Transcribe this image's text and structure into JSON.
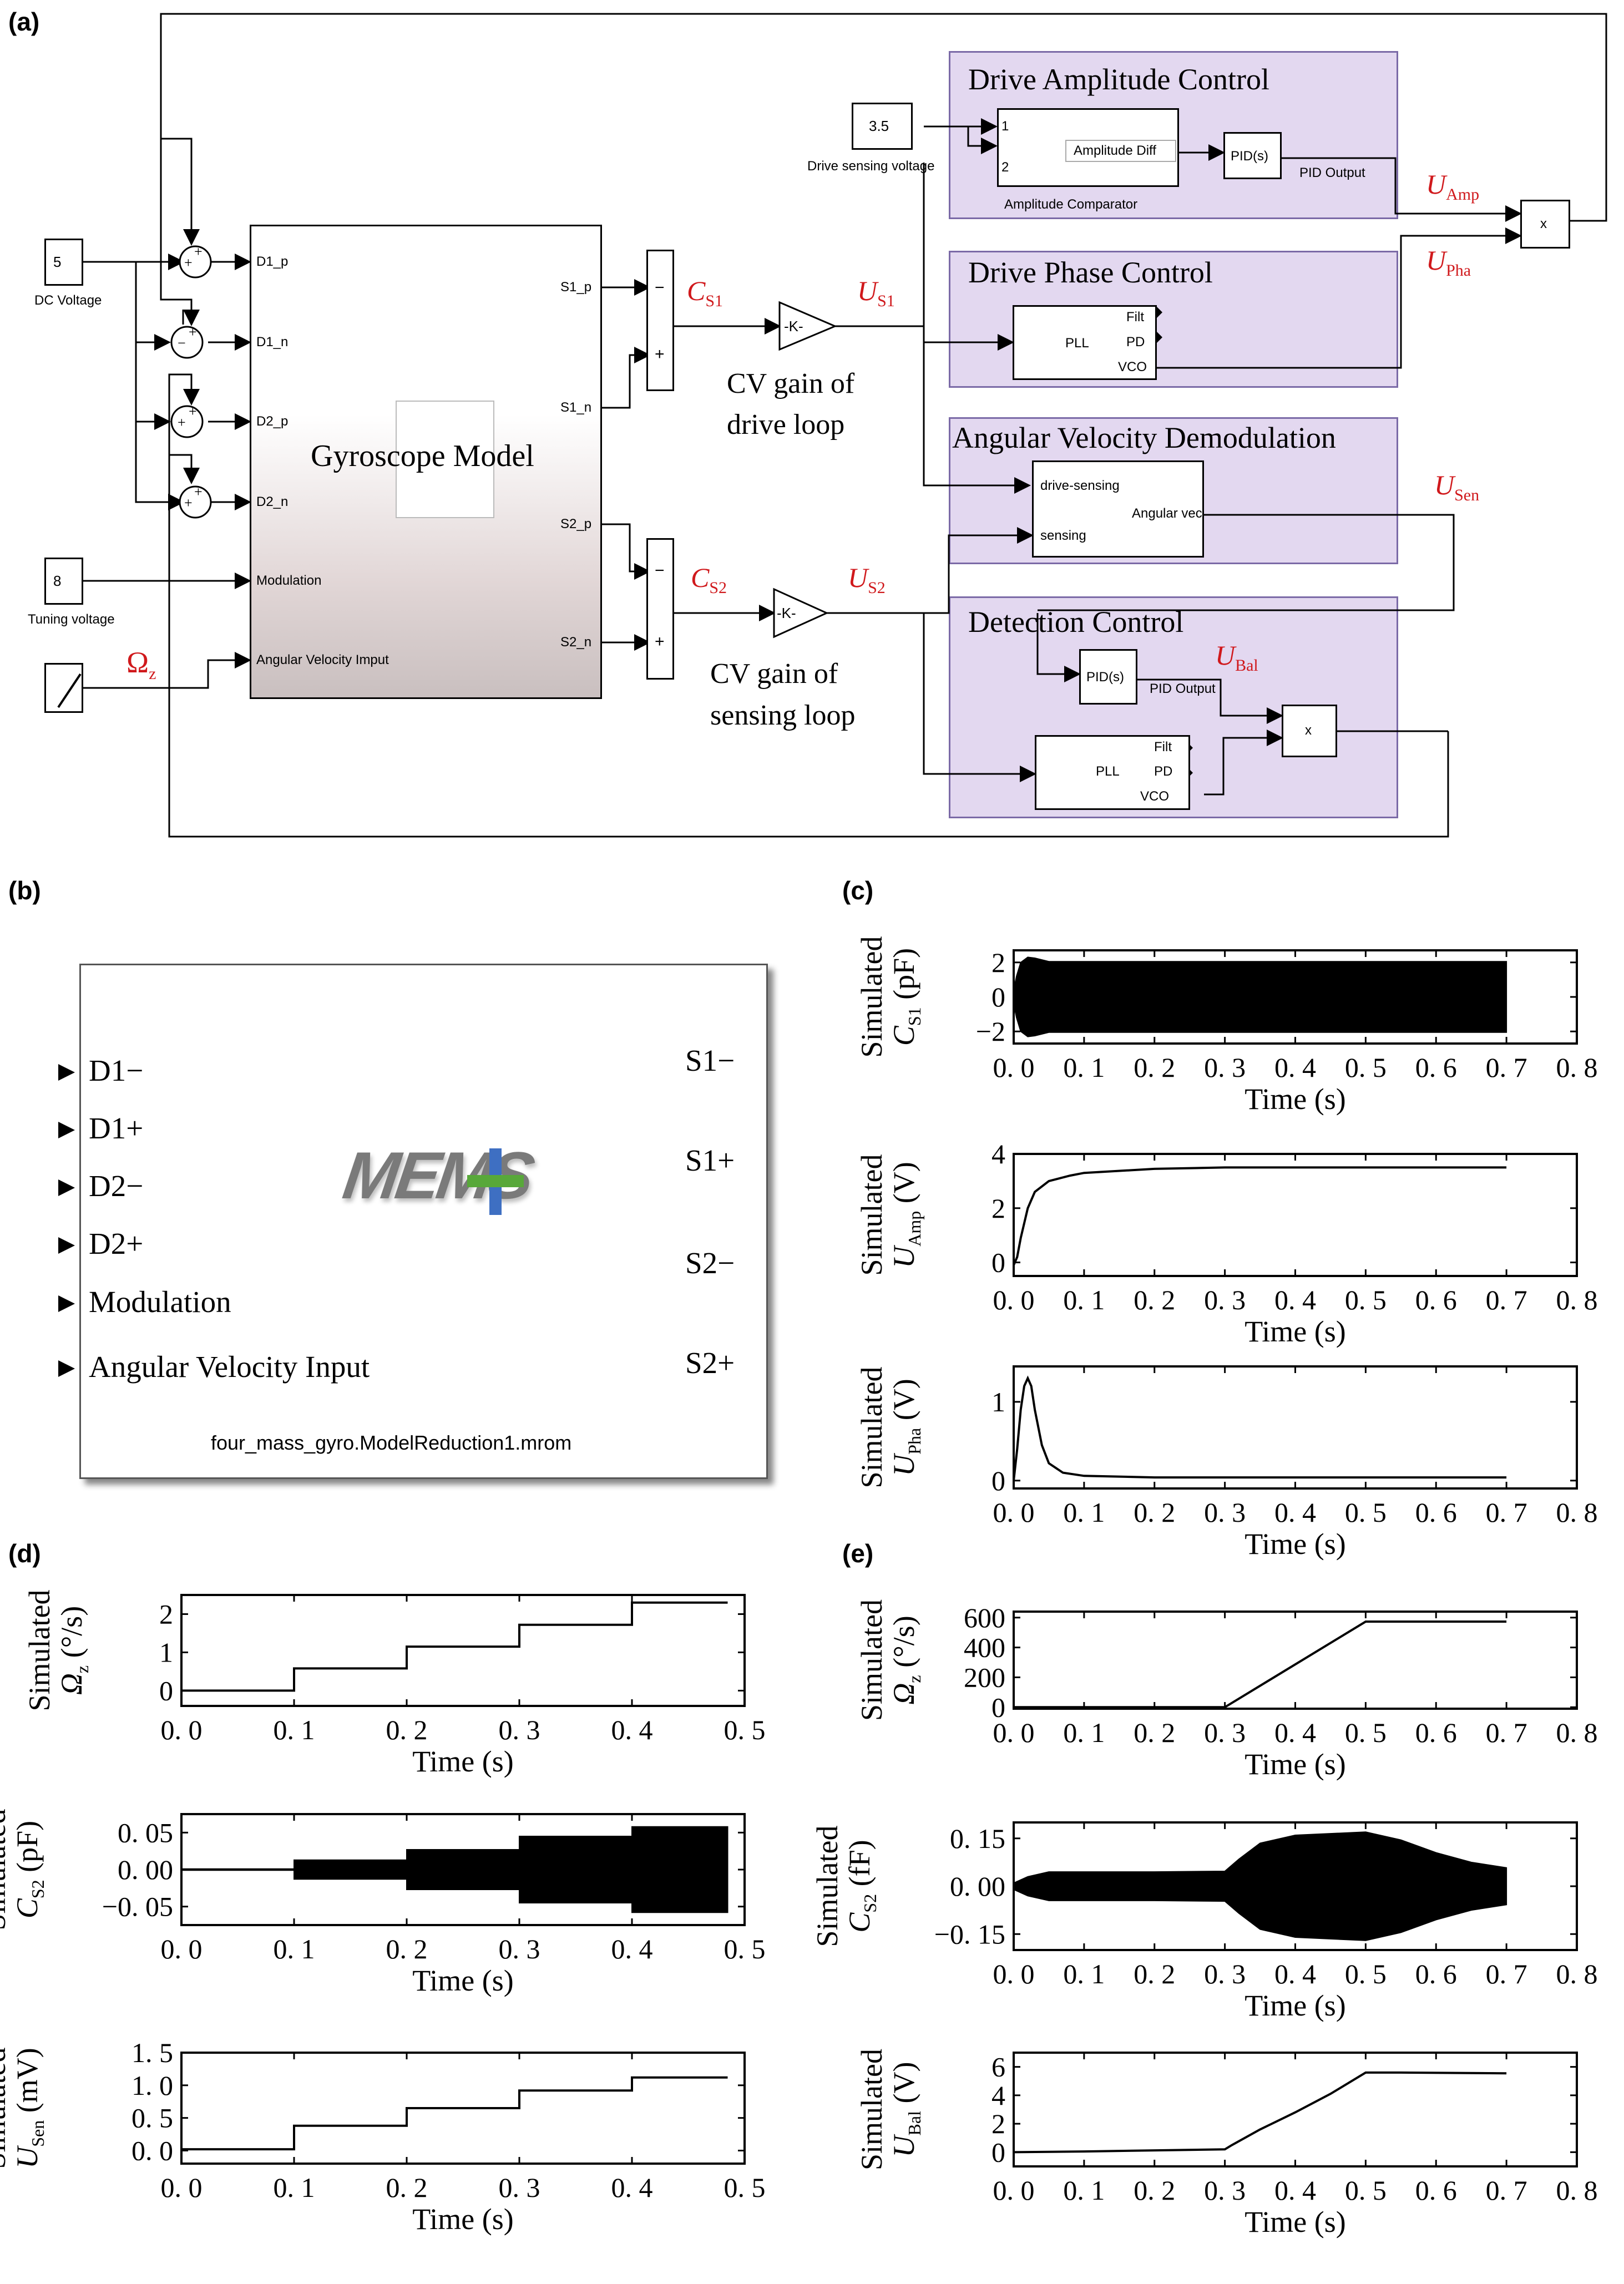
{
  "panel_labels": {
    "a": "(a)",
    "b": "(b)",
    "c": "(c)",
    "d": "(d)",
    "e": "(e)"
  },
  "simulink": {
    "dc_voltage_value": "5",
    "dc_voltage_label": "DC Voltage",
    "tuning_voltage_value": "8",
    "tuning_voltage_label": "Tuning voltage",
    "omega_label": "Ω",
    "omega_sub": "z",
    "gyro_model_label": "Gyroscope Model",
    "gyro_inputs": [
      "D1_p",
      "D1_n",
      "D2_p",
      "D2_n",
      "Modulation",
      "Angular Velocity Imput"
    ],
    "gyro_outputs": [
      "S1_p",
      "S1_n",
      "S2_p",
      "S2_n"
    ],
    "gain_label": "-K-",
    "cs1": "C",
    "cs1_sub": "S1",
    "cs2": "C",
    "cs2_sub": "S2",
    "us1": "U",
    "us1_sub": "S1",
    "us2": "U",
    "us2_sub": "S2",
    "cv_drive": [
      "CV gain of",
      "drive loop"
    ],
    "cv_sensing": [
      "CV gain of",
      "sensing loop"
    ],
    "drive_amp_title": "Drive Amplitude Control",
    "drive_sensing_value": "3.5",
    "drive_sensing_label": "Drive sensing voltage",
    "amp_diff_label": "Amplitude Diff",
    "amp_comp_label": "Amplitude Comparator",
    "port1": "1",
    "port2": "2",
    "pid_label": "PID(s)",
    "pid_output": "PID Output",
    "uamp": "U",
    "uamp_sub": "Amp",
    "upha": "U",
    "upha_sub": "Pha",
    "mult": "x",
    "drive_phase_title": "Drive Phase Control",
    "pll": "PLL",
    "filt": "Filt",
    "pd": "PD",
    "vco": "VCO",
    "ang_demod_title": "Angular Velocity Demodulation",
    "drive_sensing_port": "drive-sensing",
    "sensing_port": "sensing",
    "angular_vec": "Angular vec",
    "usen": "U",
    "usen_sub": "Sen",
    "detect_title": "Detection  Control",
    "ubal": "U",
    "ubal_sub": "Bal"
  },
  "mems_block": {
    "left_ports": [
      "D1−",
      "D1+",
      "D2−",
      "D2+",
      "Modulation",
      "Angular Velocity Input"
    ],
    "right_ports": [
      "S1−",
      "S1+",
      "S2−",
      "S2+"
    ],
    "logo": "MEMS+",
    "filename": "four_mass_gyro.ModelReduction1.mrom"
  },
  "colors": {
    "violet_bg": "#e3d8f0",
    "label_red": "#d0191c",
    "trace": "#000000"
  },
  "chart_data": [
    {
      "id": "c1",
      "type": "line",
      "xlabel": "Time (s)",
      "ylabel": [
        "Simulated",
        "C",
        "S1",
        " (pF)"
      ],
      "xlim": [
        0,
        0.8
      ],
      "ylim": [
        -2.7,
        2.7
      ],
      "xticks": [
        "0. 0",
        "0. 1",
        "0. 2",
        "0. 3",
        "0. 4",
        "0. 5",
        "0. 6",
        "0. 7",
        "0. 8"
      ],
      "yticks": [
        {
          "v": 2,
          "t": "2"
        },
        {
          "v": 0,
          "t": "0"
        },
        {
          "v": -2,
          "t": "−2"
        }
      ],
      "envelope": {
        "x": [
          0,
          0.004,
          0.01,
          0.02,
          0.03,
          0.05,
          0.1,
          0.7
        ],
        "hi": [
          0.4,
          1.2,
          2.0,
          2.3,
          2.25,
          2.05,
          2.05,
          2.05
        ],
        "lo": [
          -0.4,
          -1.2,
          -2.0,
          -2.3,
          -2.25,
          -2.05,
          -2.05,
          -2.05
        ]
      }
    },
    {
      "id": "c2",
      "type": "line",
      "xlabel": "Time (s)",
      "ylabel": [
        "Simulated",
        "U",
        "Amp",
        " (V)"
      ],
      "xlim": [
        0,
        0.8
      ],
      "ylim": [
        -0.5,
        4
      ],
      "xticks": [
        "0. 0",
        "0. 1",
        "0. 2",
        "0. 3",
        "0. 4",
        "0. 5",
        "0. 6",
        "0. 7",
        "0. 8"
      ],
      "yticks": [
        {
          "v": 4,
          "t": "4"
        },
        {
          "v": 2,
          "t": "2"
        },
        {
          "v": 0,
          "t": "0"
        }
      ],
      "series": [
        {
          "x": [
            0,
            0.005,
            0.01,
            0.02,
            0.03,
            0.05,
            0.08,
            0.1,
            0.2,
            0.3,
            0.7
          ],
          "y": [
            -0.1,
            0.2,
            0.9,
            2.0,
            2.6,
            3.0,
            3.2,
            3.3,
            3.45,
            3.5,
            3.5
          ]
        }
      ]
    },
    {
      "id": "c3",
      "type": "line",
      "xlabel": "Time (s)",
      "ylabel": [
        "Simulated",
        "U",
        "Pha",
        " (V)"
      ],
      "xlim": [
        0,
        0.8
      ],
      "ylim": [
        -0.1,
        1.45
      ],
      "xticks": [
        "0. 0",
        "0. 1",
        "0. 2",
        "0. 3",
        "0. 4",
        "0. 5",
        "0. 6",
        "0. 7",
        "0. 8"
      ],
      "yticks": [
        {
          "v": 1,
          "t": "1"
        },
        {
          "v": 0,
          "t": "0"
        }
      ],
      "series": [
        {
          "x": [
            0,
            0.005,
            0.01,
            0.015,
            0.02,
            0.025,
            0.03,
            0.04,
            0.05,
            0.07,
            0.1,
            0.2,
            0.7
          ],
          "y": [
            0,
            0.4,
            0.9,
            1.2,
            1.3,
            1.2,
            0.9,
            0.45,
            0.22,
            0.1,
            0.06,
            0.04,
            0.04
          ]
        }
      ]
    },
    {
      "id": "d1",
      "type": "line",
      "xlabel": "Time (s)",
      "ylabel": [
        "Simulated",
        "Ω",
        "z",
        " (°/s)"
      ],
      "xlim": [
        0,
        0.5
      ],
      "ylim": [
        -0.4,
        2.5
      ],
      "xticks": [
        "0. 0",
        "0. 1",
        "0. 2",
        "0. 3",
        "0. 4",
        "0. 5"
      ],
      "yticks": [
        {
          "v": 2,
          "t": "2"
        },
        {
          "v": 1,
          "t": "1"
        },
        {
          "v": 0,
          "t": "0"
        }
      ],
      "series": [
        {
          "x": [
            0,
            0.1,
            0.1,
            0.2,
            0.2,
            0.3,
            0.3,
            0.4,
            0.4,
            0.485
          ],
          "y": [
            0,
            0,
            0.58,
            0.58,
            1.15,
            1.15,
            1.72,
            1.72,
            2.3,
            2.3
          ]
        }
      ]
    },
    {
      "id": "d2",
      "type": "line",
      "xlabel": "Time (s)",
      "ylabel": [
        "Simulated",
        "C",
        "S2",
        " (pF)"
      ],
      "xlim": [
        0,
        0.5
      ],
      "ylim": [
        -0.075,
        0.075
      ],
      "xticks": [
        "0. 0",
        "0. 1",
        "0. 2",
        "0. 3",
        "0. 4",
        "0. 5"
      ],
      "yticks": [
        {
          "v": 0.05,
          "t": "0. 05"
        },
        {
          "v": 0,
          "t": "0. 00"
        },
        {
          "v": -0.05,
          "t": "−0. 05"
        }
      ],
      "envelope": {
        "x": [
          0,
          0.1,
          0.1,
          0.2,
          0.2,
          0.3,
          0.3,
          0.4,
          0.4,
          0.485
        ],
        "hi": [
          0.001,
          0.001,
          0.013,
          0.013,
          0.027,
          0.027,
          0.045,
          0.045,
          0.058,
          0.058
        ],
        "lo": [
          -0.001,
          -0.001,
          -0.013,
          -0.013,
          -0.027,
          -0.027,
          -0.045,
          -0.045,
          -0.058,
          -0.058
        ]
      }
    },
    {
      "id": "d3",
      "type": "line",
      "xlabel": "Time (s)",
      "ylabel": [
        "Simulated",
        "U",
        "Sen",
        " (mV)"
      ],
      "xlim": [
        0,
        0.5
      ],
      "ylim": [
        -0.2,
        1.5
      ],
      "xticks": [
        "0. 0",
        "0. 1",
        "0. 2",
        "0. 3",
        "0. 4",
        "0. 5"
      ],
      "yticks": [
        {
          "v": 1.5,
          "t": "1. 5"
        },
        {
          "v": 1.0,
          "t": "1. 0"
        },
        {
          "v": 0.5,
          "t": "0. 5"
        },
        {
          "v": 0,
          "t": "0. 0"
        }
      ],
      "series": [
        {
          "x": [
            0,
            0.1,
            0.1,
            0.2,
            0.2,
            0.3,
            0.3,
            0.4,
            0.4,
            0.485
          ],
          "y": [
            0.02,
            0.02,
            0.38,
            0.38,
            0.65,
            0.65,
            0.92,
            0.92,
            1.12,
            1.12
          ]
        }
      ]
    },
    {
      "id": "e1",
      "type": "line",
      "xlabel": "Time (s)",
      "ylabel": [
        "Simulated",
        "Ω",
        "z",
        " (°/s)"
      ],
      "xlim": [
        0,
        0.8
      ],
      "ylim": [
        -10,
        640
      ],
      "xticks": [
        "0. 0",
        "0. 1",
        "0. 2",
        "0. 3",
        "0. 4",
        "0. 5",
        "0. 6",
        "0. 7",
        "0. 8"
      ],
      "yticks": [
        {
          "v": 600,
          "t": "600"
        },
        {
          "v": 400,
          "t": "400"
        },
        {
          "v": 200,
          "t": "200"
        },
        {
          "v": 0,
          "t": "0"
        }
      ],
      "series": [
        {
          "x": [
            0,
            0.3,
            0.5,
            0.7
          ],
          "y": [
            0,
            0,
            573,
            573
          ]
        }
      ]
    },
    {
      "id": "e2",
      "type": "line",
      "xlabel": "Time (s)",
      "ylabel": [
        "Simulated",
        "C",
        "S2",
        " (fF)"
      ],
      "xlim": [
        0,
        0.8
      ],
      "ylim": [
        -0.2,
        0.2
      ],
      "xticks": [
        "0. 0",
        "0. 1",
        "0. 2",
        "0. 3",
        "0. 4",
        "0. 5",
        "0. 6",
        "0. 7",
        "0. 8"
      ],
      "yticks": [
        {
          "v": 0.15,
          "t": "0. 15"
        },
        {
          "v": 0,
          "t": "0. 00"
        },
        {
          "v": -0.15,
          "t": "−0. 15"
        }
      ],
      "envelope": {
        "x": [
          0,
          0.02,
          0.05,
          0.1,
          0.2,
          0.3,
          0.32,
          0.35,
          0.4,
          0.5,
          0.55,
          0.6,
          0.65,
          0.7
        ],
        "hi": [
          0.01,
          0.03,
          0.045,
          0.045,
          0.045,
          0.047,
          0.085,
          0.135,
          0.16,
          0.17,
          0.145,
          0.105,
          0.075,
          0.058
        ],
        "lo": [
          -0.01,
          -0.03,
          -0.045,
          -0.045,
          -0.045,
          -0.047,
          -0.085,
          -0.135,
          -0.16,
          -0.17,
          -0.145,
          -0.105,
          -0.075,
          -0.058
        ]
      }
    },
    {
      "id": "e3",
      "type": "line",
      "xlabel": "Time (s)",
      "ylabel": [
        "Simulated",
        "U",
        "Bal",
        " (V)"
      ],
      "xlim": [
        0,
        0.8
      ],
      "ylim": [
        -1,
        7
      ],
      "xticks": [
        "0. 0",
        "0. 1",
        "0. 2",
        "0. 3",
        "0. 4",
        "0. 5",
        "0. 6",
        "0. 7",
        "0. 8"
      ],
      "yticks": [
        {
          "v": 6,
          "t": "6"
        },
        {
          "v": 4,
          "t": "4"
        },
        {
          "v": 2,
          "t": "2"
        },
        {
          "v": 0,
          "t": "0"
        }
      ],
      "series": [
        {
          "x": [
            0,
            0.1,
            0.3,
            0.31,
            0.35,
            0.4,
            0.45,
            0.5,
            0.55,
            0.7
          ],
          "y": [
            0,
            0.05,
            0.2,
            0.5,
            1.6,
            2.8,
            4.1,
            5.6,
            5.6,
            5.55
          ]
        }
      ]
    }
  ]
}
